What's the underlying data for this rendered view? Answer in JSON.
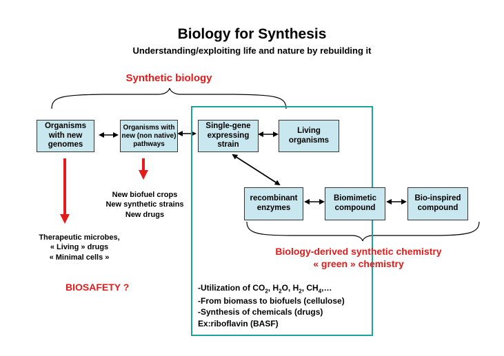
{
  "title": "Biology for Synthesis",
  "subtitle": "Understanding/exploiting life and nature by rebuilding it",
  "synthetic_biology_label": "Synthetic biology",
  "boxes": {
    "new_genomes": "Organisms with new genomes",
    "new_pathways": "Organisms with new (non native) pathways",
    "single_gene": "Single-gene expressing strain",
    "living_organisms": "Living organisms",
    "recombinant_enzymes": "recombinant enzymes",
    "biomimetic": "Biomimetic compound",
    "bio_inspired": "Bio-inspired compound"
  },
  "left_outcomes": [
    "Therapeutic microbes,",
    "« Living » drugs",
    "« Minimal cells »"
  ],
  "middle_outcomes": [
    "New biofuel crops",
    "New synthetic strains",
    "New drugs"
  ],
  "biosafety": "BIOSAFETY ?",
  "derived_label": [
    "Biology-derived synthetic chemistry",
    "« green » chemistry"
  ],
  "applications": {
    "line1_prefix": "-Utilization of CO",
    "line1_sub": "2",
    "line1_a": ", H",
    "line1_sub2": "2",
    "line1_b": "O, H",
    "line1_sub3": "2",
    "line1_c": ", CH",
    "line1_sub4": "4",
    "line1_d": ",…",
    "line2": "-From biomass to biofuels (cellulose)",
    "line3": "-Synthesis of chemicals (drugs)",
    "line4": "Ex:riboflavin (BASF)"
  },
  "colors": {
    "accent_red": "#e21b1b",
    "box_fill": "#c9e7ee",
    "frame_teal": "#1aa39a"
  }
}
